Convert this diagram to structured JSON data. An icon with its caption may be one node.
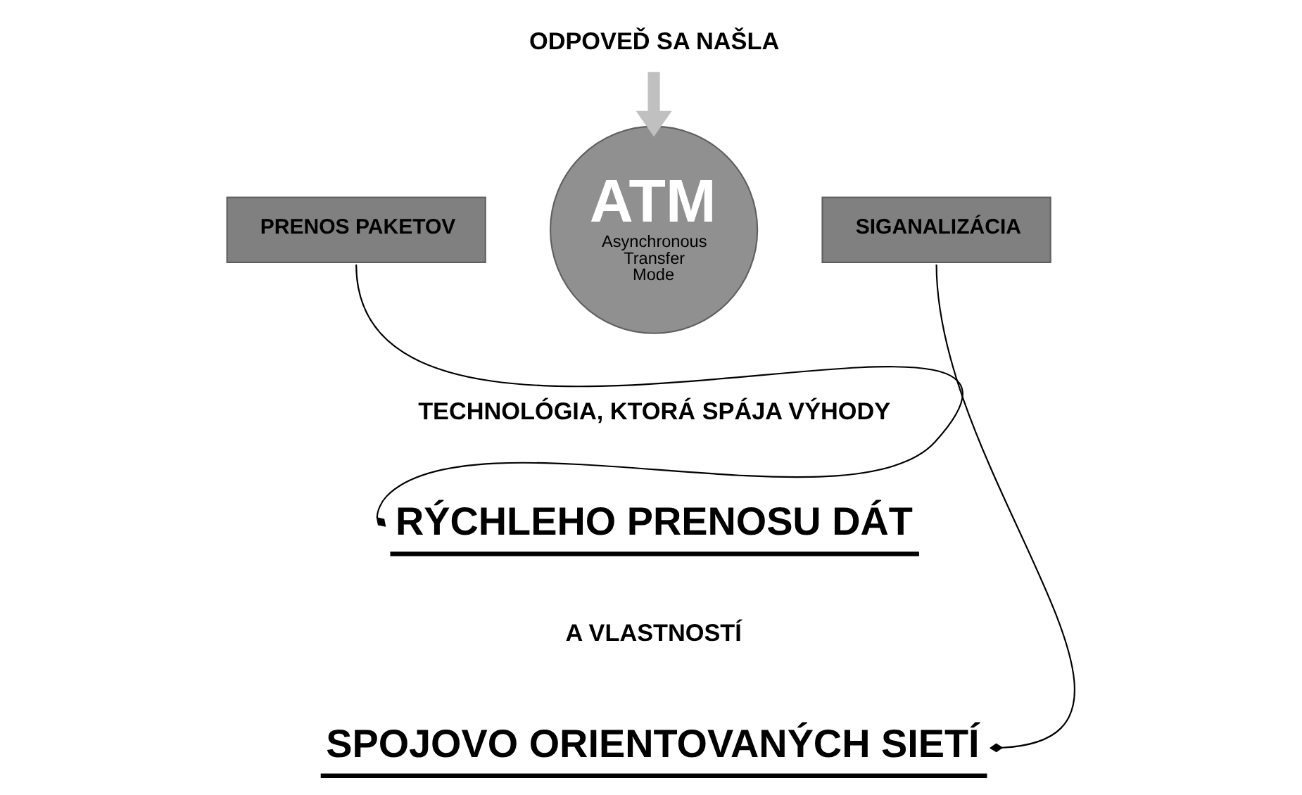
{
  "diagram": {
    "nodes": [
      {
        "text": [
          "ODPOVEĎ SA NAŠLA"
        ]
      },
      {
        "text": [
          "PRENOS PAKETOV"
        ]
      },
      {
        "text": [
          "ATM",
          "Asynchronous Transfer Mode"
        ]
      },
      {
        "text": [
          "SIGANALIZÁCIA"
        ]
      },
      {
        "text": [
          "RÝCHLEHO PRENOSU DÁT"
        ]
      },
      {
        "text": [
          "SPOJOVO ORIENTOVANÝCH SIETÍ"
        ]
      }
    ],
    "edges": [
      {
        "from": 0,
        "to": 2,
        "arrow": "to",
        "style": "thick",
        "color": "#c0c0c0"
      },
      {
        "from": 1,
        "to": 4,
        "arrow": "other"
      },
      {
        "from": 3,
        "to": 5,
        "arrow": "other"
      }
    ],
    "labels": [
      "TECHNOLÓGIA, KTORÁ SPÁJA VÝHODY",
      "A VLASTNOSTÍ"
    ]
  }
}
